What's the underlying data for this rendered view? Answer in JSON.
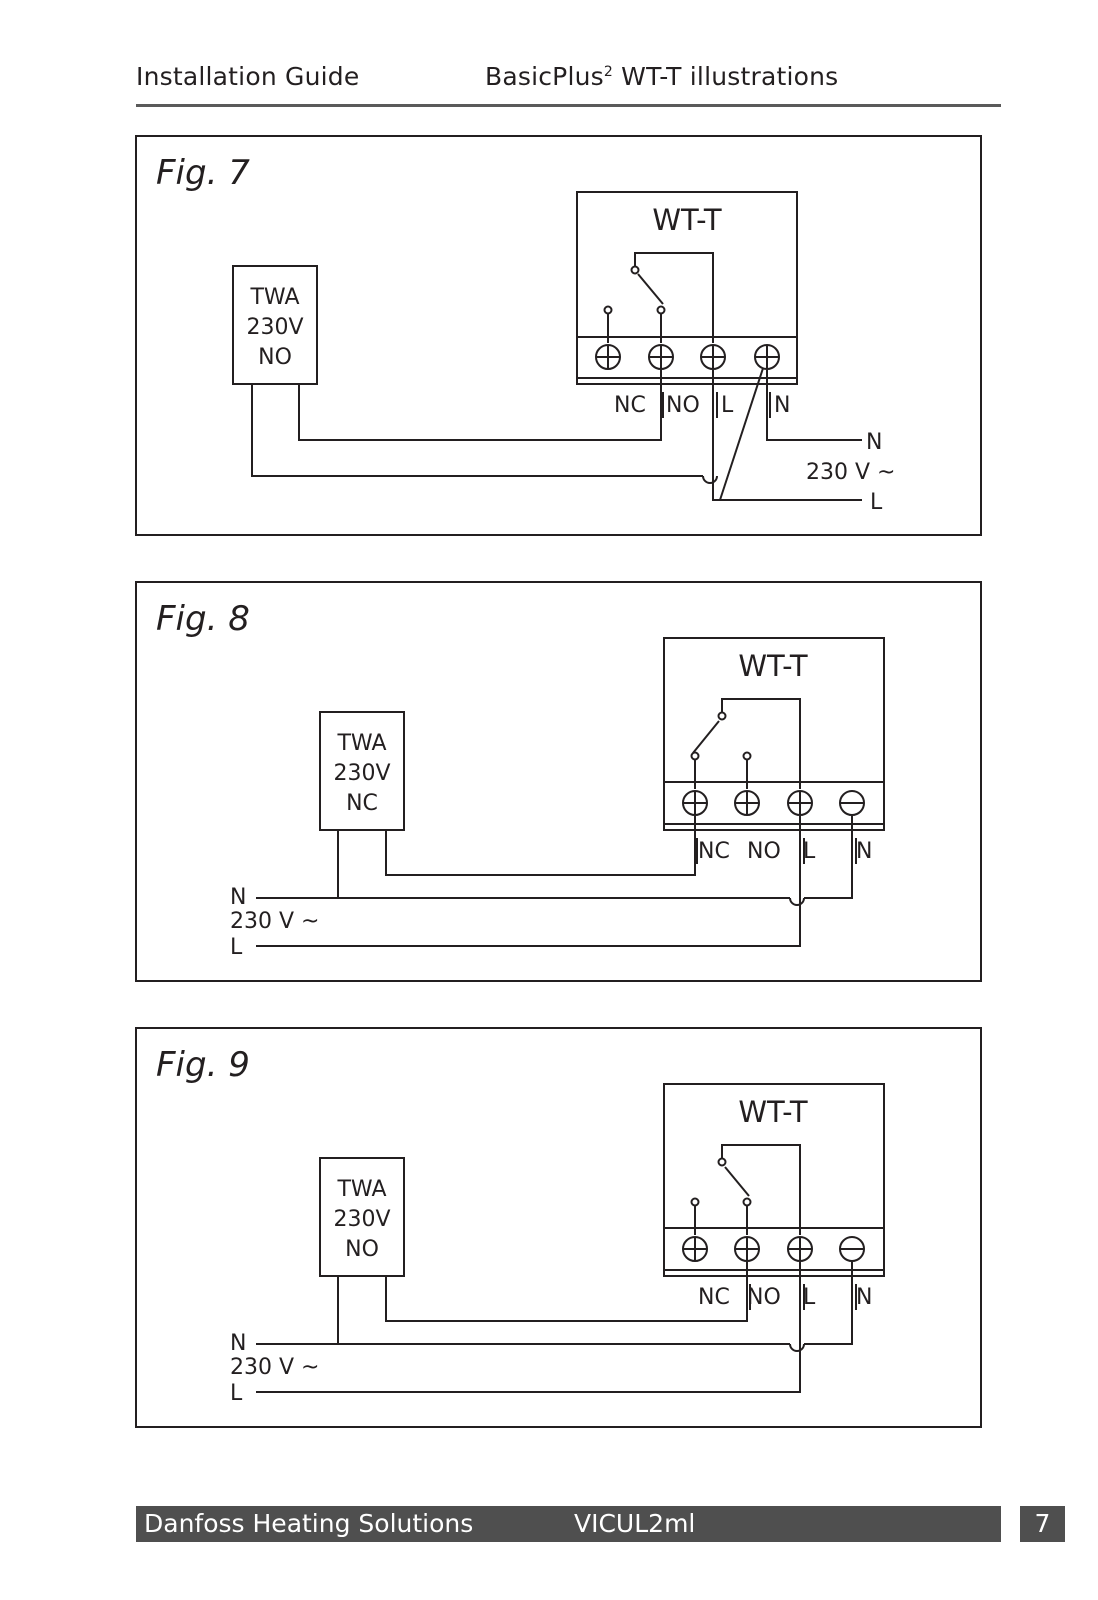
{
  "header": {
    "left": "Installation Guide",
    "right_pre": "BasicPlus",
    "right_sup": "2",
    "right_post": " WT-T illustrations"
  },
  "figures": [
    {
      "title": "Fig. 7",
      "device": "WT-T",
      "twa": [
        "TWA",
        "230V",
        "NO"
      ],
      "terminals": [
        "NC",
        "NO",
        "L",
        "N"
      ],
      "supply": [
        "N",
        "230 V ~",
        "L"
      ]
    },
    {
      "title": "Fig. 8",
      "device": "WT-T",
      "twa": [
        "TWA",
        "230V",
        "NC"
      ],
      "terminals": [
        "NC",
        "NO",
        "L",
        "N"
      ],
      "supply": [
        "N",
        "230 V ~",
        "L"
      ]
    },
    {
      "title": "Fig. 9",
      "device": "WT-T",
      "twa": [
        "TWA",
        "230V",
        "NO"
      ],
      "terminals": [
        "NC",
        "NO",
        "L",
        "N"
      ],
      "supply": [
        "N",
        "230 V ~",
        "L"
      ]
    }
  ],
  "footer": {
    "company": "Danfoss Heating Solutions",
    "code": "VICUL2ml",
    "page": "7"
  }
}
